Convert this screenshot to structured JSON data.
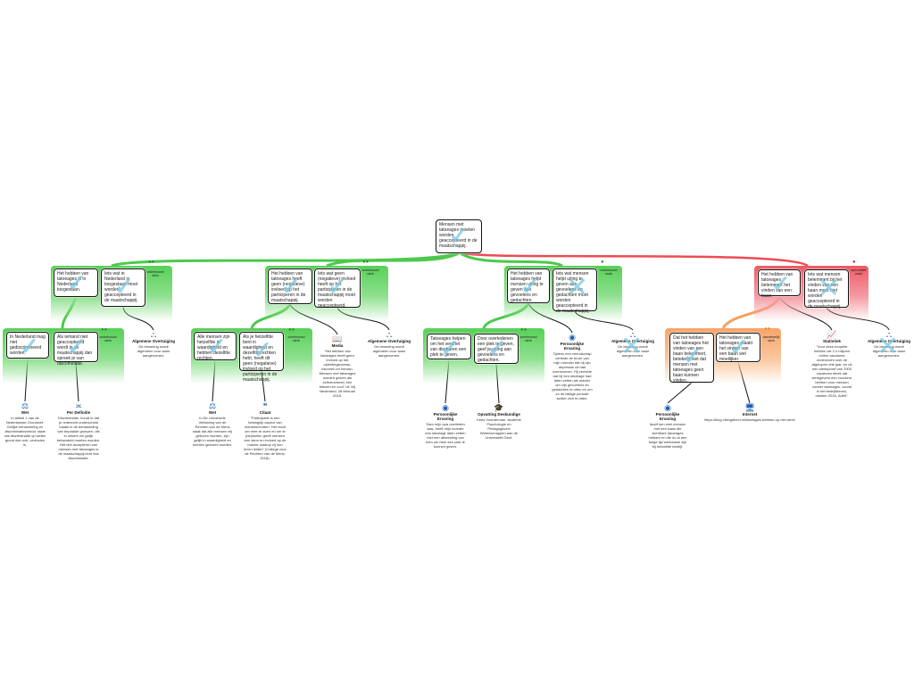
{
  "root": {
    "text": "Mensen met tatoeages moeten worden geaccepteerd in de maatschappij.",
    "mark": "check"
  },
  "colors": {
    "support": "#4cc94c",
    "oppose": "#ee4b55",
    "weak": "#f7a15e",
    "link": "#111111",
    "mark": "#78c8e1"
  },
  "branches": [
    {
      "kind": "support",
      "strength_label": "onderbouwd sterk",
      "dots": "●●",
      "reason": {
        "text": "Het hebben van tatoeages is in Nederland toegestaan.",
        "mark": "check"
      },
      "objection": {
        "text": "Iets wat in Nederland is toegestaan moet worden geaccepteerd in de maatschappij.",
        "mark": "check"
      },
      "objection_source": {
        "icon": "common-knowledge-icon",
        "title": "Algemene Overtuiging",
        "text": "De bewering wordt algemeen voor waar aangenomen."
      },
      "sub": {
        "strength_label": "onderbouwd sterk",
        "dots": "●●",
        "reason": {
          "text": "In Nederland mag niet gediscrimineerd worden.",
          "mark": "check"
        },
        "objection": {
          "text": "Als iemand niet geaccepteerd wordt in de maatschappij dan spreek je van discriminatie.",
          "mark": "check"
        },
        "reason_source": {
          "icon": "law-scale-icon",
          "title": "Wet",
          "text": "In artikel 1 van de Nederlandse Grondwet: Gelijke behandeling en discriminatieverbod, staat dat discriminatie op welke grond dan ook, verboden is."
        },
        "objection_source": {
          "icon": "definition-icon",
          "title": "Per Definitie",
          "text": "Discriminatie, houdt in dat je onterecht onderscheid maakt in de behandeling van bepaalde groepen, die in zekere zin gelijk behandeld moeten worden. Het niet accepteren van mensen met tatoeages in de maatschappij kent dus discriminatie."
        }
      }
    },
    {
      "kind": "support",
      "strength_label": "onderbouwd sterk",
      "dots": "●●",
      "reason": {
        "text": "Het hebben van tatoeages heeft geen (negatieve) invloed op het participeren in de maatschappij.",
        "mark": "check"
      },
      "objection": {
        "text": "Iets wat geen (negatieve) invloed heeft op het participeren in de maatschappij moet worden geaccepteerd.",
        "mark": "check"
      },
      "reason_source": {
        "icon": "media-book-icon",
        "title": "Media",
        "text": "\"Het hebben van tatoeages heeft geen invloed op het opleidingsniveau, inkomen en beroep. Mensen met tatoeages worden gezien als zelfverzekerd, een bitsoen en cool\" uit Vrij Nederland, 28 februari 2018."
      },
      "objection_source": {
        "icon": "common-knowledge-icon",
        "title": "Algemene Overtuiging",
        "text": "De bewering wordt algemeen voor waar aangenomen."
      },
      "sub": {
        "strength_label": "onderbouwd sterk",
        "dots": "●●",
        "reason": {
          "text": "Alle mensen zijn hetzelfde in waardigheid en hebben dezelfde rechten.",
          "mark": "check"
        },
        "objection": {
          "text": "Als je hetzelfde bent in waardigheid en dezelfde rechten hebt, heeft dit geen (negatieve) invloed op het participeren in de maatschappij.",
          "mark": "check"
        },
        "reason_source": {
          "icon": "law-scale-icon",
          "title": "Wet",
          "text": "In De Universele Verklaring van de Rechten van de Mens staat dat alle mensen vrij geboren worden, zijn gelijk in waardigheid en rechten geboren worden."
        },
        "objection_source": {
          "icon": "quote-icon",
          "title": "Citaat",
          "text": "\"Participatie is een belangrijk aspect van mensenrechten. Het recht om mee te doen en om te (be)sluiten geeft mensen een stem en invloed op de manier waarop zij hun leven leiden\" (College voor de Rechten van de Mens, 2018)."
        }
      }
    },
    {
      "kind": "support",
      "strength_label": "onderbouwd zwak",
      "dots": "●",
      "reason": {
        "text": "Het hebben van tatoeages helpt mensen uiting te geven aan gevoelens en gedachten.",
        "mark": "check"
      },
      "objection": {
        "text": "Iets wat mensen helpt uiting te geven aan gevoelens en gedachten moet worden geaccepteerd in de maatschappij.",
        "mark": "cross"
      },
      "reason_source": {
        "icon": "personal-experience-icon",
        "title": "Persoonlijke Ervaring",
        "text": "Tijdens een vriendschap vertelde de broer van mijn vriendin dat hij zijn depressie uit had overwonnen. Hij vertelde dat hij een tatoeage had laten zetten als manier om zijn gevoelens en gedachten te uiten en om zo de lastige periode achter zich te laten."
      },
      "objection_source": {
        "icon": "common-knowledge-icon",
        "title": "Algemene Overtuiging",
        "text": "De bewering wordt algemeen voor waar aangenomen.",
        "mark": "cross"
      },
      "sub": {
        "strength_label": "onderbouwd sterk",
        "dots": "●●",
        "reason": {
          "text": "Tatoeages helpen om het verdriet van dierbaren een plek te geven.",
          "mark": "check"
        },
        "objection": {
          "text": "Door overledenen een plek te geven, geef je uiting aan gevoelens en gedachten.",
          "mark": "check"
        },
        "reason_source": {
          "icon": "personal-experience-icon",
          "title": "Persoonlijke Ervaring",
          "text": "Toen mijn opa overleden was, heeft mijn moeder een tatoeage laten zetten met een afbeelding van hem om hem een plek te kunnen geven."
        },
        "objection_source": {
          "icon": "expert-opinion-icon",
          "title": "Opvatting Deskundige",
          "text": "Kees Voorderman, studente Psychologie en Pedagogische Wetenschappen aan de Universiteit Gent."
        }
      }
    },
    {
      "kind": "oppose",
      "strength_label": "speculatief zwak",
      "dots": "●",
      "reason": {
        "text": "Het hebben van tatoeages belemmert het vinden van een baan.",
        "mark": "check"
      },
      "objection": {
        "text": "Iets wat mensen belemmert bij het vinden van een baan moet niet worden geaccepteerd in de maatschappij.",
        "mark": "cross"
      },
      "reason_source": {
        "icon": "statistics-chart-icon",
        "title": "Statistiek",
        "text": "\"Voor deze enquête hebben we 2,4 miljoen online vacatures onderzocht over de afgelopen drie jaar, en uit een steekproef van 2000 vacatures bleek dat werkgevers een voorkeur hebben voor mensen zonder tatoeages, vooral in het bedrijfsleven, oktober 2016, Adelt\"."
      },
      "objection_source": {
        "icon": "common-knowledge-icon",
        "title": "Algemene Overtuiging",
        "text": "De bewering wordt algemeen voor waar aangenomen.",
        "mark": "cross"
      },
      "sub": {
        "kind": "weak",
        "strength_label": "aannemelijk sterk",
        "dots": "●●",
        "reason": {
          "text": "Dat het hebben van tatoeages het vinden van een baan belemmert, betekent niet dat mensen met tatoeages geen baan kunnen vinden.",
          "mark": "check"
        },
        "objection": {
          "text": "Het hebben van tatoeages maakt het vinden van een baan wel moeilijker.",
          "mark": "check"
        },
        "reason_source": {
          "icon": "personal-experience-icon",
          "title": "Persoonlijke Ervaring",
          "text": "Ikzelf ken veel mensen met een baan die zichtbare tatoeages hebben en die nu al een lange tijd werkzaam zijn bij hetzelfde bedrijf."
        },
        "objection_source": {
          "icon": "internet-monitor-icon",
          "title": "Internet",
          "text": "https://blog.vikingdirect.nl/tatoeages-hebben-op-het-werk/"
        }
      }
    }
  ]
}
